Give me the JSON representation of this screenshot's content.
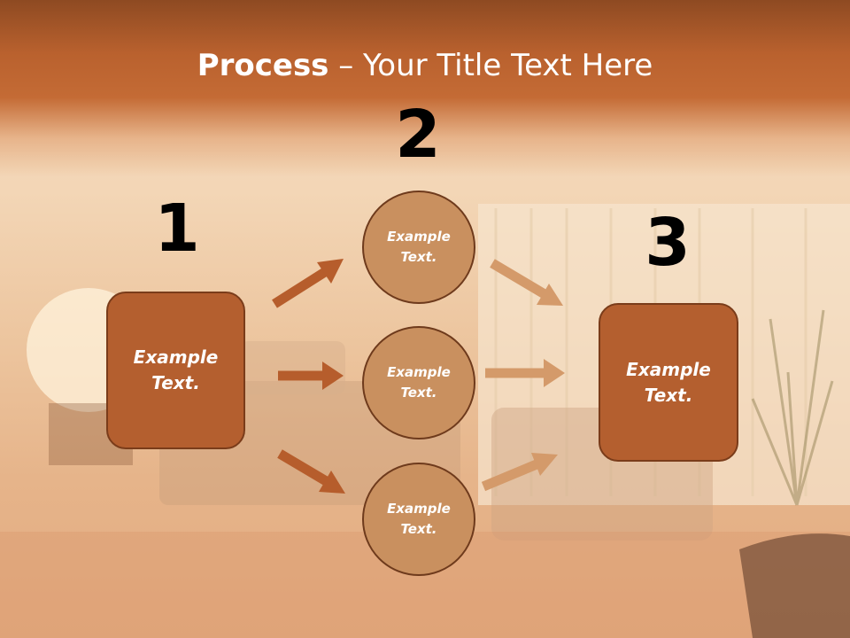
{
  "title": {
    "bold": "Process",
    "rest": " – Your Title Text Here"
  },
  "steps": [
    {
      "number": "1",
      "label_line1": "Example",
      "label_line2": "Text."
    },
    {
      "number": "2",
      "label_line1": "Example",
      "label_line2": "Text."
    },
    {
      "number": "3",
      "label_line1": "Example",
      "label_line2": "Text."
    }
  ],
  "circles": [
    {
      "line1": "Example",
      "line2": "Text."
    },
    {
      "line1": "Example",
      "line2": "Text."
    },
    {
      "line1": "Example",
      "line2": "Text."
    }
  ],
  "colors": {
    "header": "#b9612e",
    "box_fill": "#b45f2f",
    "circle_fill": "#c9905f",
    "arrow_dark": "#b65d2c",
    "arrow_light": "#d49a6a"
  }
}
